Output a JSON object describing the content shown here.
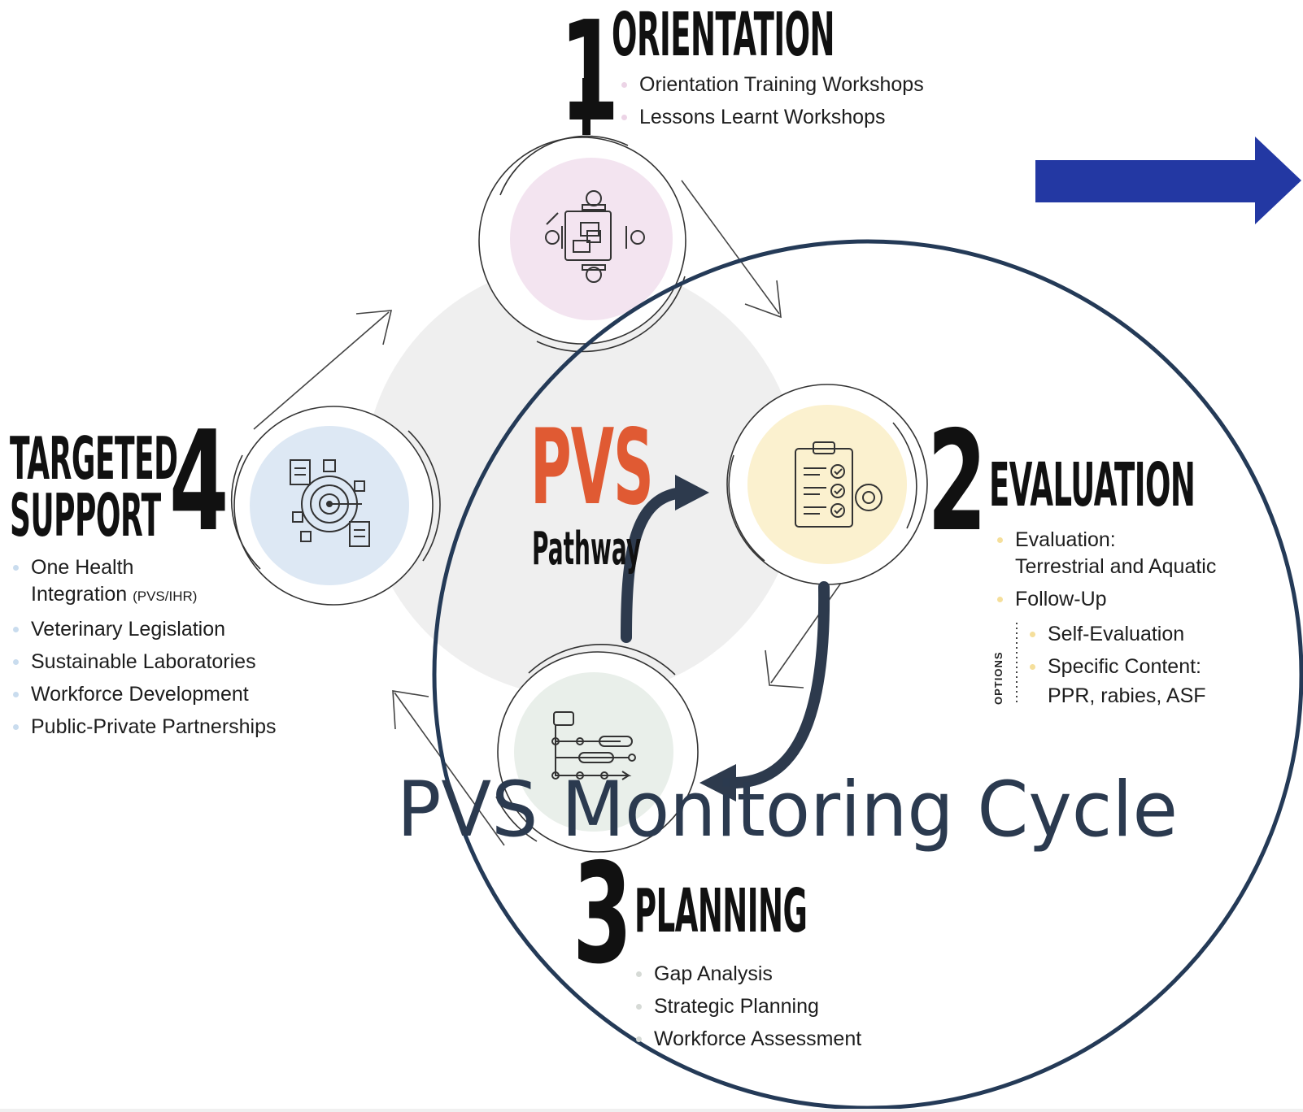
{
  "center": {
    "title": "PVS",
    "subtitle": "Pathway"
  },
  "stages": [
    {
      "number": "1",
      "title": "ORIENTATION",
      "items": [
        "Orientation Training Workshops",
        "Lessons Learnt Workshops"
      ]
    },
    {
      "number": "2",
      "title": "EVALUATION",
      "items": [
        "Evaluation:",
        "Terrestrial and Aquatic",
        "Follow-Up"
      ],
      "options_label": "OPTIONS",
      "option_items": [
        "Self-Evaluation",
        "Specific Content:",
        "PPR, rabies, ASF"
      ]
    },
    {
      "number": "3",
      "title": "PLANNING",
      "items": [
        "Gap Analysis",
        "Strategic Planning",
        "Workforce Assessment"
      ]
    },
    {
      "number": "4",
      "title_line1": "TARGETED",
      "title_line2": "SUPPORT",
      "items": [
        "One Health",
        "Integration",
        "Veterinary Legislation",
        "Sustainable Laboratories",
        "Workforce Development",
        "Public-Private Partnerships"
      ],
      "item_note": "(PVS/IHR)"
    }
  ],
  "overlay": {
    "label": "PVS Monitoring Cycle"
  },
  "colors": {
    "stage1_fill": "#f3e4f0",
    "stage2_fill": "#fbf1cf",
    "stage3_fill": "#e9efea",
    "stage4_fill": "#dde8f4",
    "center_disc": "#efefef",
    "pvs_orange": "#e05a33",
    "overlay_ring": "#243a57",
    "arrow_blue": "#2338a3"
  },
  "icons": [
    "orientation-meeting-icon",
    "evaluation-checklist-icon",
    "planning-flow-icon",
    "target-support-icon",
    "right-arrow-icon"
  ]
}
